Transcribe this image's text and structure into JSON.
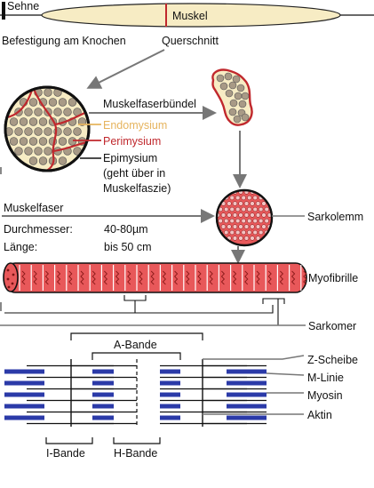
{
  "labels": {
    "sehne": "Sehne",
    "muskel": "Muskel",
    "befestigung": "Befestigung am Knochen",
    "querschnitt": "Querschnitt",
    "muskelfaserbuendel": "Muskelfaserbündel",
    "endomysium": "Endomysium",
    "perimysium": "Perimysium",
    "epimysium": "Epimysium",
    "epimysium_note_1": "(geht über in",
    "epimysium_note_2": "Muskelfaszie)",
    "muskelfaser": "Muskelfaser",
    "durchmesser_label": "Durchmesser:",
    "durchmesser_value": "40-80µm",
    "laenge_label": "Länge:",
    "laenge_value": "bis 50 cm",
    "sarkolemm": "Sarkolemm",
    "myofibrille": "Myofibrille",
    "sarkomer": "Sarkomer",
    "a_bande": "A-Bande",
    "z_scheibe": "Z-Scheibe",
    "m_linie": "M-Linie",
    "myosin": "Myosin",
    "aktin": "Aktin",
    "i_bande": "I-Bande",
    "h_bande": "H-Bande"
  },
  "colors": {
    "muscle_fill": "#f7ecc4",
    "red": "#c0282d",
    "endomysium": "#e6b45e",
    "fiber_dot": "#a89a86",
    "myofibril_fill": "#e8585a",
    "myosin": "#2b3aa8",
    "arrow": "#777777"
  }
}
